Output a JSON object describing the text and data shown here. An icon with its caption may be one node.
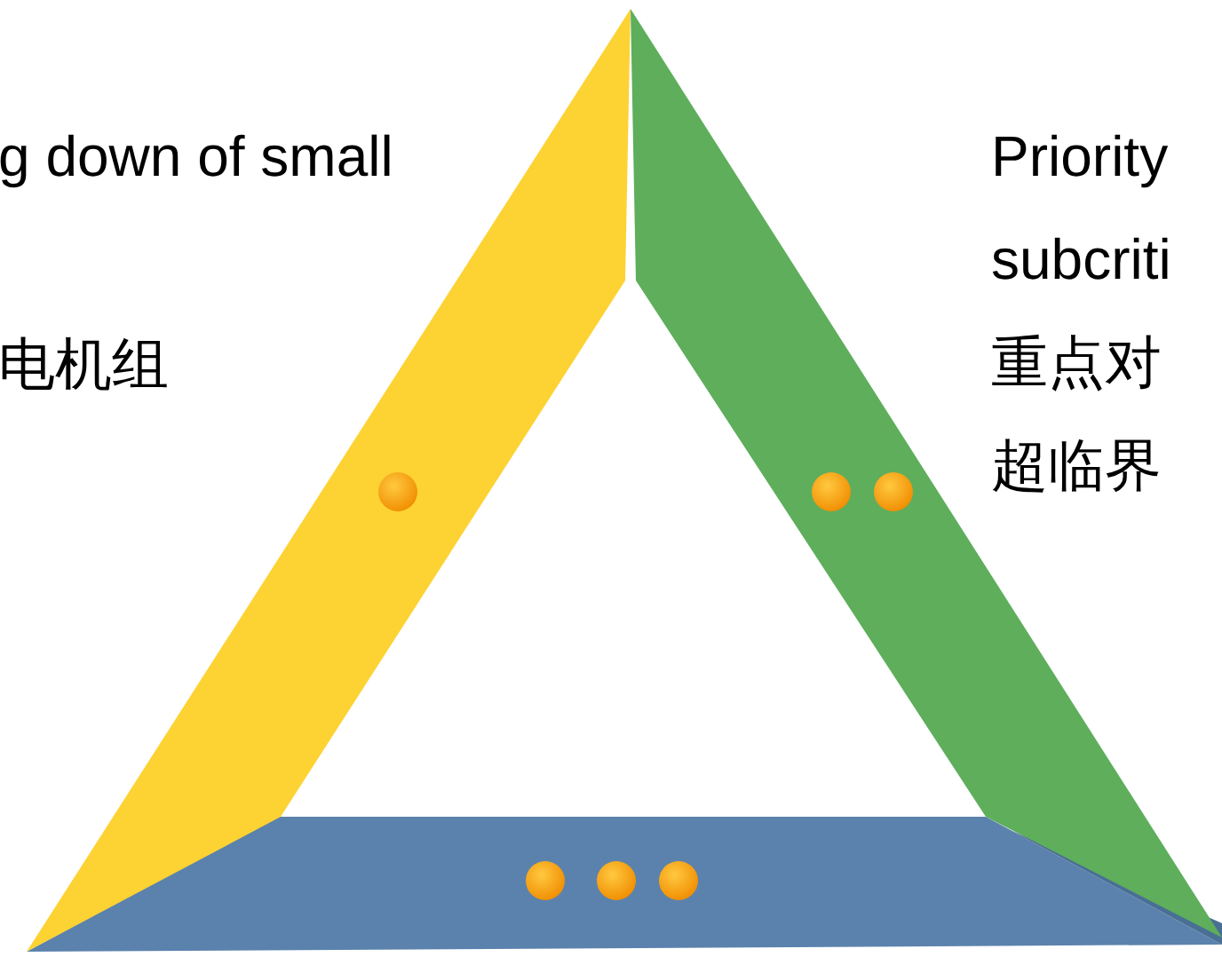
{
  "diagram": {
    "labels": [
      "g down of small",
      "电机组",
      "Priority",
      "subcriti",
      "重点对",
      "超临界"
    ]
  }
}
